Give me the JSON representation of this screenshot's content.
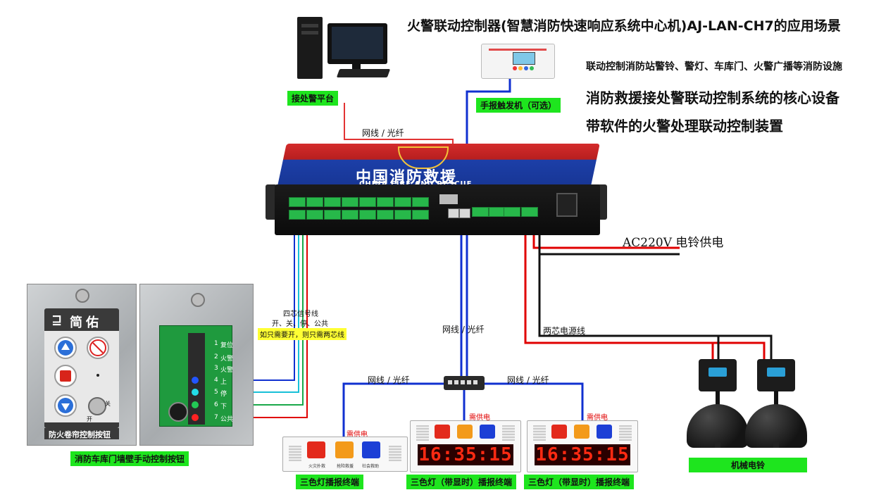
{
  "title": {
    "main": "火警联动控制器(智慧消防快速响应系统中心机)AJ-LAN-CH7的应用场景",
    "line1": "联动控制消防站警铃、警灯、车库门、火警广播等消防设施",
    "line2": "消防救援接处警联动控制系统的核心设备",
    "line3": "带软件的火警处理联动控制装置"
  },
  "labels": {
    "platform": "接处警平台",
    "trigger": "手报触发机（可选）",
    "garage_button": "消防车库门墙壁手动控制按钮",
    "terminal_basic": "三色灯播报终端",
    "terminal_clock_1": "三色灯（带显时）播报终端",
    "terminal_clock_2": "三色灯（带显时）播报终端",
    "bells": "机械电铃"
  },
  "wires": {
    "net_top": "网线 / 光纤",
    "net_mid": "网线 / 光纤",
    "net_left": "网线 / 光纤",
    "net_right": "网线 / 光纤",
    "power_two": "两芯电源线",
    "ac": "AC220V 电铃供电",
    "signal_title": "四芯信号线",
    "signal_desc": "开、关、停、公共",
    "signal_note": "如只需要开，则只需两芯线"
  },
  "power_notes": {
    "basic": "需供电",
    "clock_1": "需供电",
    "clock_2": "需供电"
  },
  "controller": {
    "brand_cn": "中国消防救援",
    "brand_en": "CHINA FIRE AND RESCUE"
  },
  "panel": {
    "logo": "简佑",
    "caption": "防火卷帘控制按钮",
    "key_off": "关",
    "key_on": "开"
  },
  "pcb": {
    "labels": [
      "复位",
      "火警",
      "火警",
      "上",
      "停",
      "下",
      "公共"
    ],
    "numbers": [
      "1",
      "2",
      "3",
      "4",
      "5",
      "6",
      "7"
    ]
  },
  "lamp_captions": [
    "火灾扑救",
    "抢险救援",
    "社会救助"
  ],
  "clock": {
    "display_1": "16:35:15",
    "display_2": "16:35:15"
  },
  "colors": {
    "label_green": "#1ee51e",
    "note_yellow": "#ffff33",
    "wire_red": "#e00000",
    "wire_blue": "#1030d0",
    "wire_black": "#111111",
    "lamp_red": "#e32a1c",
    "lamp_orange": "#f39a1a",
    "lamp_blue": "#1c3fd6"
  },
  "icons": {
    "pc": "desktop-computer-icon",
    "trigger": "manual-alarm-trigger-icon",
    "switch": "network-switch-icon",
    "bell": "mechanical-bell-icon",
    "up": "arrow-up-icon",
    "down": "arrow-down-icon",
    "stop": "stop-square-icon",
    "no_bell": "no-bell-icon"
  }
}
